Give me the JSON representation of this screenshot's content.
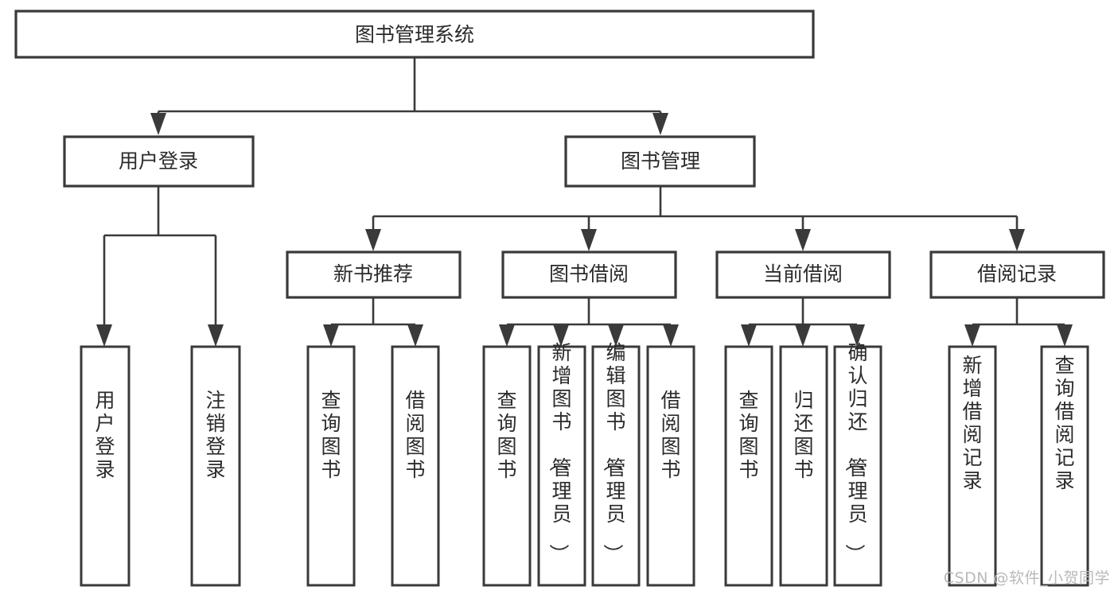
{
  "diagram": {
    "kind": "hierarchy-tree",
    "title": "图书管理系统",
    "colors": {
      "stroke": "#3a3a3a",
      "fill": "#ffffff",
      "text": "#2b2b2b",
      "watermark": "#b9b9b9",
      "background": "#ffffff"
    },
    "root": {
      "label": "图书管理系统"
    },
    "level2": [
      {
        "label": "用户登录"
      },
      {
        "label": "图书管理"
      }
    ],
    "level3": [
      {
        "label": "新书推荐"
      },
      {
        "label": "图书借阅"
      },
      {
        "label": "当前借阅"
      },
      {
        "label": "借阅记录"
      }
    ],
    "leaves": {
      "user_login": [
        {
          "label": "用户登录"
        },
        {
          "label": "注销登录"
        }
      ],
      "new_book_recommend": [
        {
          "label": "查询图书"
        },
        {
          "label": "借阅图书"
        }
      ],
      "book_borrow": [
        {
          "label": "查询图书"
        },
        {
          "label": "新增图书（管理员）"
        },
        {
          "label": "编辑图书（管理员）"
        },
        {
          "label": "借阅图书"
        }
      ],
      "current_borrow": [
        {
          "label": "查询图书"
        },
        {
          "label": "归还图书"
        },
        {
          "label": "确认归还（管理员）"
        }
      ],
      "borrow_record": [
        {
          "label": "新增借阅记录"
        },
        {
          "label": "查询借阅记录"
        }
      ]
    }
  },
  "watermark": {
    "text": "CSDN @软件_小贺同学"
  }
}
